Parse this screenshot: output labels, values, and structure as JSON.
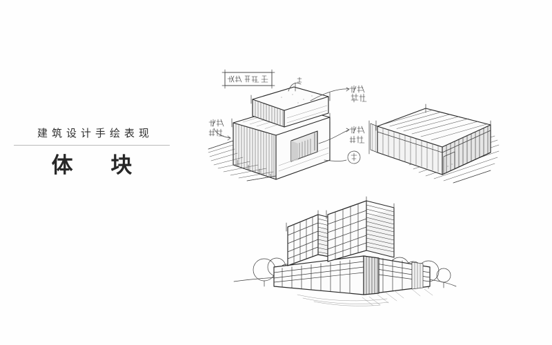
{
  "slide": {
    "background_color": "#fefefe",
    "ink_color": "#272727",
    "title": {
      "subtitle": "建筑设计手绘表现",
      "main": "体  块",
      "divider_color": "#b9b9b9",
      "text_color": "#2d2d2d"
    }
  },
  "sketches": {
    "massing": {
      "name": "stacked-massing-study",
      "boxed_label": "体块 组合",
      "annotations": [
        {
          "id": "add",
          "text_line1": "形体",
          "text_line2": "叠加",
          "position": "right-top"
        },
        {
          "id": "carve",
          "text_line1": "形体",
          "text_line2": "切削",
          "position": "left-middle"
        },
        {
          "id": "subtract",
          "text_line1": "形体",
          "text_line2": "削减",
          "position": "right-middle"
        }
      ],
      "circled_marks": [
        "加",
        "减"
      ]
    },
    "bar": {
      "name": "bar-volume-study",
      "description": "elongated rectangular axonometric volume with hatched roof and cast shadow"
    },
    "building": {
      "name": "building-perspective",
      "description": "two tower volumes on a podium base with trees",
      "tree_count": 7
    }
  }
}
